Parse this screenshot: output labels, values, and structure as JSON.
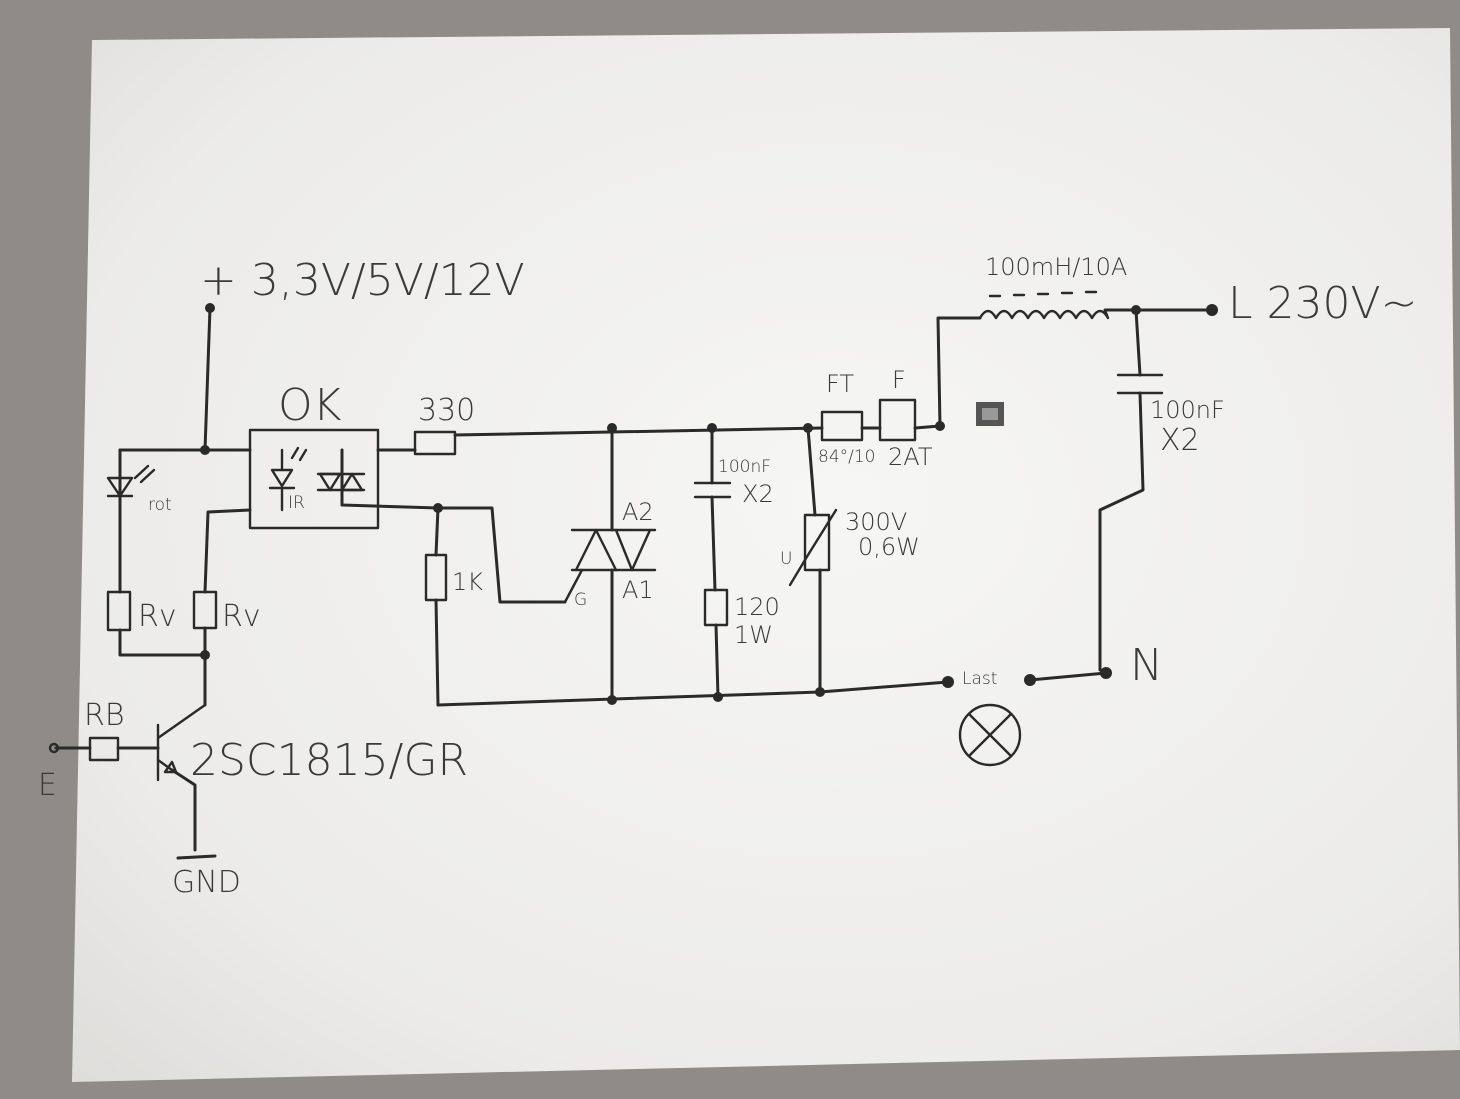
{
  "labels": {
    "supply": "+ 3,3V/5V/12V",
    "optocoupler": "OK",
    "r330": "330",
    "inductor": "100mH/10A",
    "mains": "L 230V~",
    "ft": "FT",
    "ft_rating": "84°/10",
    "fuse": "F",
    "fuse_rating": "2AT",
    "cap_right_value": "100nF",
    "cap_right_class": "X2",
    "cap_mid_value": "100nF",
    "cap_mid_class": "X2",
    "varistor_v": "300V",
    "varistor_w": "0,6W",
    "varistor_sym": "U",
    "triac_a2": "A2",
    "triac_a1": "A1",
    "triac_g": "G",
    "r1k": "1K",
    "r120": "120",
    "r120_w": "1W",
    "led_color": "rot",
    "ir": "IR",
    "rv1": "Rv",
    "rv2": "Rv",
    "rb": "RB",
    "transistor": "2SC1815/GR",
    "input": "E",
    "gnd": "GND",
    "load": "Last",
    "neutral": "N"
  },
  "colors": {
    "ink": "#2a2a2a",
    "paper": "#f1f0ee",
    "background": "#8f8c88"
  }
}
